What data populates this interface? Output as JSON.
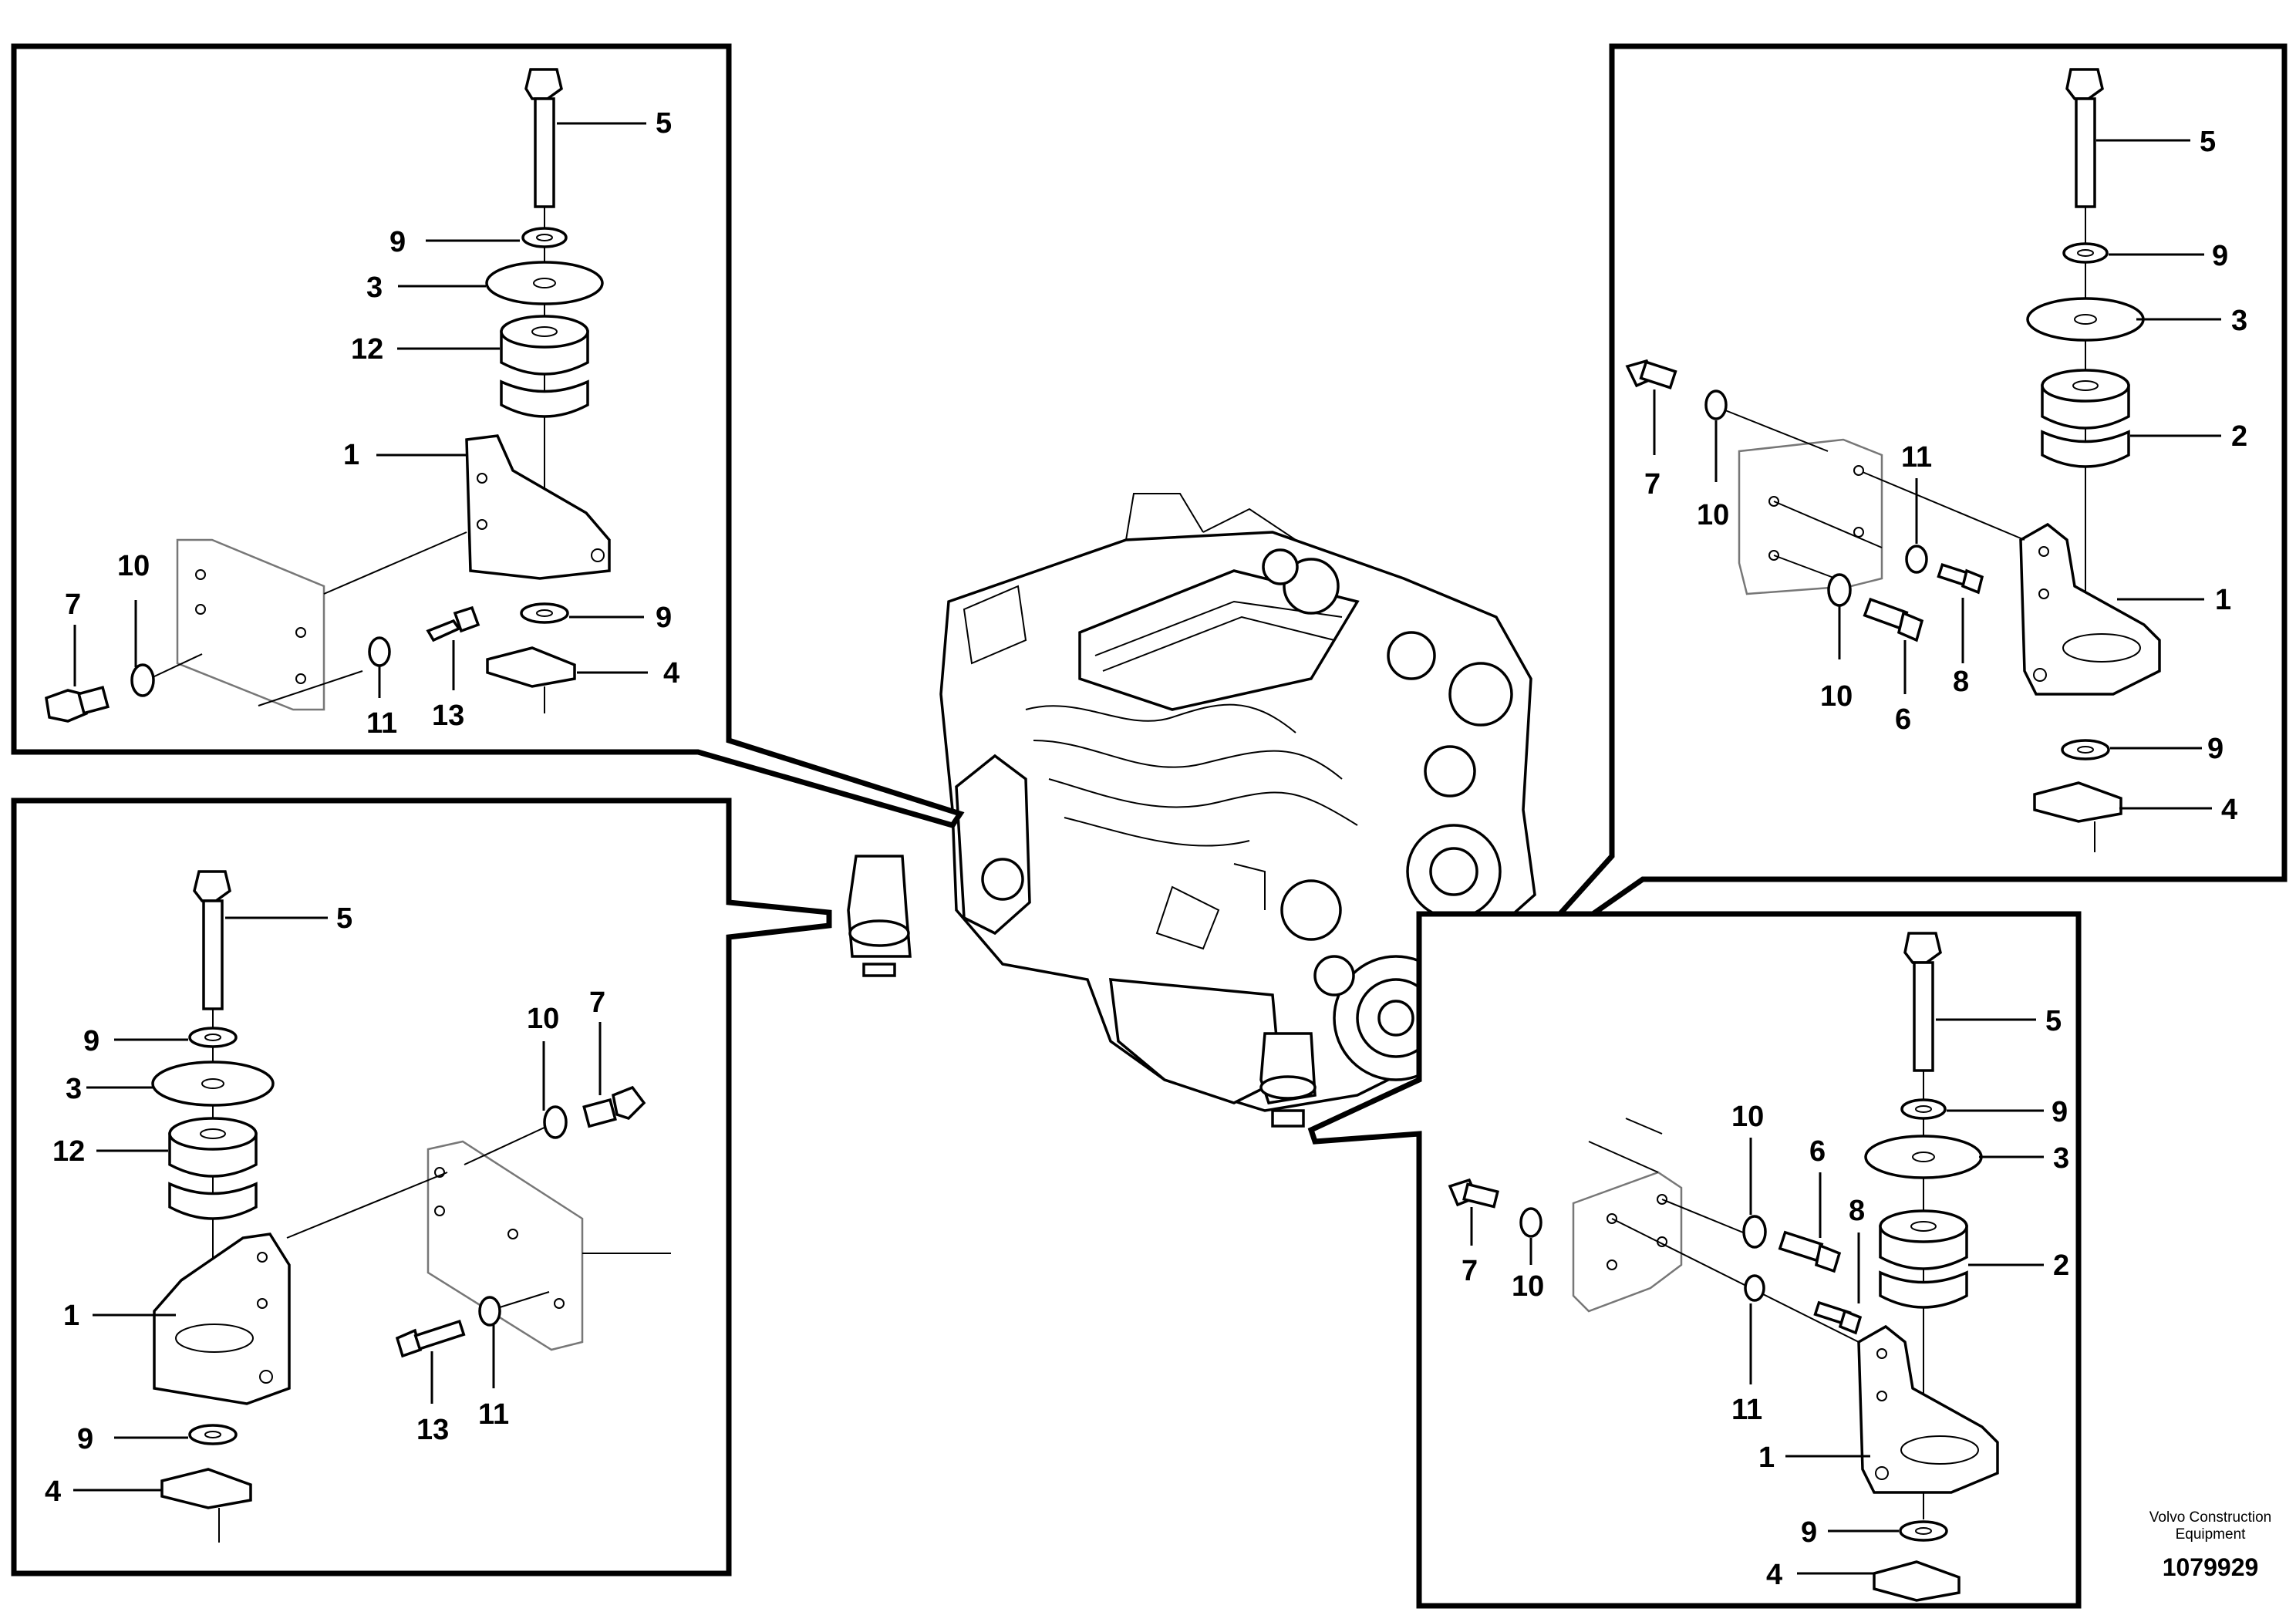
{
  "colors": {
    "line": "#000000",
    "background": "#ffffff",
    "plate": "#777777"
  },
  "panels": {
    "top_left": {
      "labels": {
        "bolt": "5",
        "washer_top": "9",
        "plate_washer": "3",
        "rubber_mount": "12",
        "bracket": "1",
        "washer_side": "10",
        "bolt_side": "7",
        "washer_small": "11",
        "screw": "13",
        "washer_bottom": "9",
        "nut": "4"
      }
    },
    "bottom_left": {
      "labels": {
        "bolt": "5",
        "washer_top": "9",
        "plate_washer": "3",
        "rubber_mount": "12",
        "bracket": "1",
        "washer_bottom": "9",
        "nut": "4",
        "washer_side": "10",
        "bolt_side": "7",
        "screw": "13",
        "washer_small": "11"
      }
    },
    "top_right": {
      "labels": {
        "bolt": "5",
        "washer_top": "9",
        "plate_washer": "3",
        "rubber_mount": "2",
        "bolt_side": "7",
        "washer_side": "10",
        "washer_small": "11",
        "bracket": "1",
        "screw_a": "8",
        "washer_lower": "10",
        "screw_b": "6",
        "washer_bottom": "9",
        "nut": "4"
      }
    },
    "bottom_right": {
      "labels": {
        "washer_side": "10",
        "screw_b": "6",
        "screw_a": "8",
        "bolt": "5",
        "washer_top": "9",
        "plate_washer": "3",
        "bolt_side": "7",
        "washer_lower": "10",
        "washer_small": "11",
        "rubber_mount": "2",
        "bracket": "1",
        "washer_bottom": "9",
        "nut": "4"
      }
    }
  },
  "footer": {
    "brand_line1": "Volvo Construction",
    "brand_line2": "Equipment",
    "doc_number": "1079929"
  }
}
